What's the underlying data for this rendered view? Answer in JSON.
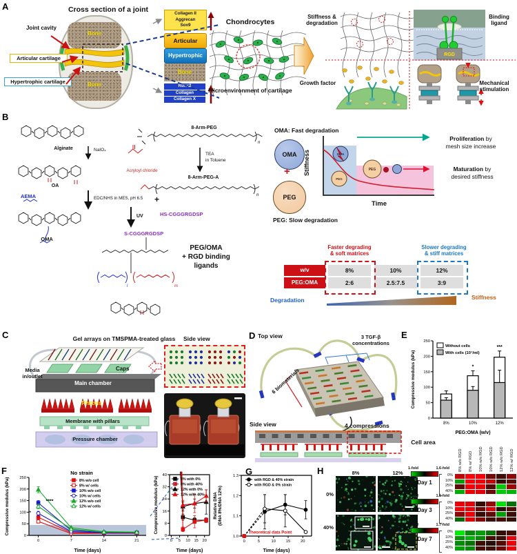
{
  "panelA": {
    "label": "A",
    "title": "Cross section of a joint",
    "joint_cavity": "Joint cavity",
    "articular_cartilage": "Articular cartilage",
    "hypertrophic_cartilage": "Hypertrophic cartilage",
    "bone": "Bone",
    "stack": {
      "articular_genes": [
        "Collagen II",
        "Aggrecan",
        "Sox9"
      ],
      "articular": "Articular",
      "hypertrophic": "Hypertrophic",
      "bone": "Bone",
      "hypertrophic_genes": [
        "Runx2",
        "Collagen",
        "Collagen X"
      ]
    },
    "chondrocytes": "Chondrocytes",
    "microenvironment": "Microenvironment of cartilage",
    "quadrants": {
      "stiffness": "Stiffness & degradation",
      "binding": "Binding ligand",
      "growth": "Growth factor",
      "mechanical": "Mechanical stimulation",
      "rgd": "RGD"
    }
  },
  "panelB": {
    "label": "B",
    "chem": {
      "alginate": "Alginate",
      "naio4": "NaIO₄",
      "oa": "OA",
      "aema": "AEMA",
      "edc": "EDC/NHS in MES, pH 6.5",
      "oma": "OMA",
      "arm_peg": "8-Arm-PEG",
      "acryloyl": "Acryloyl chloride",
      "tea": "TEA",
      "toluene": "in Toluene",
      "arm_peg_a": "8-Arm-PEG-A",
      "plus": "+",
      "hs_peptide": "HS-CGGGRGDSP",
      "uv": "UV",
      "s_peptide": "S-CGGGRGDSP",
      "product": [
        "PEG/OMA",
        "+ RGD binding",
        "ligands"
      ]
    },
    "scheme": {
      "oma_fast": "OMA: Fast degradation",
      "peg_slow": "PEG: Slow degradation",
      "oma": "OMA",
      "peg": "PEG",
      "plus": "+",
      "stiffness": "Stiffness",
      "time": "Time",
      "prolif_b": "Proliferation",
      "prolif_r": " by",
      "prolif2": "mesh size increase",
      "matur_b": "Maturation",
      "matur_r": " by",
      "matur2": "desired stiffness"
    },
    "matrix": {
      "fast": [
        "Faster degrading",
        "& soft matrices"
      ],
      "slow": [
        "Slower degrading",
        "& stiff matrices"
      ],
      "wv": "w/v",
      "pegoma": "PEG:OMA",
      "wv_vals": [
        "8%",
        "10%",
        "12%"
      ],
      "ratio_vals": [
        "2:6",
        "2.5:7.5",
        "3:9"
      ],
      "degradation": "Degradation",
      "stiffness": "Stiffness"
    }
  },
  "panelC": {
    "label": "C",
    "title": "Gel arrays on TMSPMA-treated glass",
    "media": "Media in/outlet",
    "caps": "Caps",
    "main_chamber": "Main chamber",
    "pistons": "Pistons",
    "membrane": "Membrane with pillars",
    "pressure": "Pressure chamber",
    "side_view": "Side view"
  },
  "panelD": {
    "label": "D",
    "top_view": "Top view",
    "biomaterials": "6 biomaterials",
    "tgf": [
      "3 TGF-β",
      "concentrations"
    ],
    "compressions": "4 compressions",
    "side_view": "Side view"
  },
  "panelE": {
    "label": "E"
  },
  "panelF": {
    "label": "F"
  },
  "panelG": {
    "label": "G"
  },
  "panelH": {
    "label": "H",
    "cols": [
      "8%",
      "12%"
    ],
    "rows": [
      "0%",
      "40%"
    ],
    "dot_density": [
      60,
      85,
      75,
      85
    ]
  },
  "heatmaps": {
    "title": "Cell area",
    "col_labels": [
      "8% w/o RGD",
      "8% w/ RGD",
      "10% w/o RGD",
      "10% w/o RGD",
      "12% w/o RGD",
      "12% w/ RGD"
    ],
    "row_labels": [
      "0%",
      "10%",
      "25%",
      "40%"
    ],
    "scale_colors": [
      "#00d800",
      "#000000",
      "#e80000"
    ],
    "days": [
      {
        "label": "Day 1",
        "scale_min": "1-fold",
        "scale_max": "1.6-fold",
        "values": [
          [
            0.7,
            1,
            0.95,
            0.35,
            0.1,
            0.45
          ],
          [
            -0.55,
            1,
            0.95,
            0.75,
            0.05,
            0.25
          ],
          [
            0.25,
            0.95,
            0.9,
            0.2,
            -0.75,
            0.55
          ],
          [
            -0.6,
            0.9,
            0.85,
            0.3,
            -0.75,
            -0.65
          ]
        ]
      },
      {
        "label": "Day 3",
        "scale_min": "1-fold",
        "scale_max": "1.5-fold",
        "values": [
          [
            0.9,
            0.85,
            0.05,
            0.5,
            -0.85,
            -0.35
          ],
          [
            0.95,
            0.9,
            0.3,
            0.85,
            0,
            0.2
          ],
          [
            0.45,
            0.9,
            0.05,
            0.25,
            -0.55,
            0.1
          ],
          [
            -0.3,
            0.85,
            0.4,
            0.1,
            0.15,
            0.05
          ]
        ]
      },
      {
        "label": "Day 7",
        "scale_min": "1-fold",
        "scale_max": "1.7-fold",
        "values": [
          [
            -0.9,
            -0.45,
            -0.55,
            -0.35,
            0.05,
            0.15
          ],
          [
            -0.5,
            -0.65,
            -0.45,
            0.15,
            0.1,
            0.9
          ],
          [
            -0.45,
            -0.35,
            0.1,
            0,
            0.2,
            0.9
          ],
          [
            -0.55,
            -0.45,
            0.15,
            0.1,
            0.3,
            0.9
          ]
        ]
      }
    ]
  },
  "chart_data": [
    {
      "id": "E",
      "type": "bar",
      "title": "",
      "ylabel": "Compressive modulus (kPa)",
      "xlabel": "PEG:OMA (w/v)",
      "ylim": [
        0,
        250
      ],
      "yticks": [
        0,
        50,
        100,
        150,
        200,
        250
      ],
      "categories": [
        "8%",
        "10%",
        "12%"
      ],
      "series": [
        {
          "name": "Without cells",
          "fill": "#ffffff",
          "values": [
            78,
            137,
            197
          ],
          "errors": [
            10,
            16,
            20
          ]
        },
        {
          "name": "With cells (10⁷/ml)",
          "fill": "#b8b8b8",
          "values": [
            58,
            90,
            115
          ],
          "errors": [
            8,
            12,
            40
          ]
        }
      ],
      "sig": [
        "",
        "*",
        "***"
      ]
    },
    {
      "id": "F1",
      "type": "line",
      "title": "No strain",
      "ylabel": "Compressive modulus (kPa)",
      "xlabel": "Time (days)",
      "ylim": [
        0,
        250
      ],
      "yticks": [
        0,
        50,
        100,
        150,
        200,
        250
      ],
      "xlim": [
        -2,
        23
      ],
      "xticks": [
        0,
        7,
        14,
        21
      ],
      "shade": 45,
      "series": [
        {
          "name": "8% w/o cell",
          "color": "#e01010",
          "marker": "square",
          "open": false,
          "x": [
            0,
            7,
            14,
            21
          ],
          "y": [
            78,
            12,
            10,
            10
          ],
          "e": [
            8,
            3,
            2,
            2
          ]
        },
        {
          "name": "8% w/ cells",
          "color": "#e01010",
          "marker": "square",
          "open": true,
          "x": [
            0,
            7,
            14,
            21
          ],
          "y": [
            60,
            8,
            9,
            9
          ],
          "e": [
            7,
            2,
            2,
            2
          ]
        },
        {
          "name": "10% w/o cell",
          "color": "#1818c8",
          "marker": "square",
          "open": false,
          "x": [
            0,
            7,
            14,
            21
          ],
          "y": [
            140,
            22,
            12,
            12
          ],
          "e": [
            10,
            4,
            2,
            2
          ]
        },
        {
          "name": "10% w/ cells",
          "color": "#1818c8",
          "marker": "circle",
          "open": true,
          "x": [
            0,
            7,
            14,
            21
          ],
          "y": [
            95,
            16,
            11,
            11
          ],
          "e": [
            9,
            3,
            2,
            2
          ]
        },
        {
          "name": "12% w/o cell",
          "color": "#18a828",
          "marker": "triangle",
          "open": false,
          "x": [
            0,
            7,
            14,
            21
          ],
          "y": [
            197,
            33,
            16,
            14
          ],
          "e": [
            13,
            5,
            3,
            3
          ]
        },
        {
          "name": "12% w/ cells",
          "color": "#18a828",
          "marker": "triangle",
          "open": true,
          "x": [
            0,
            7,
            14,
            21
          ],
          "y": [
            125,
            27,
            14,
            13
          ],
          "e": [
            10,
            4,
            3,
            3
          ]
        }
      ],
      "ann": [
        {
          "text": "****",
          "x": 1.6,
          "y": 142
        },
        {
          "text": "*",
          "x": -1.9,
          "y": 92,
          "size": 6
        }
      ],
      "legend": [
        96,
        18
      ]
    },
    {
      "id": "F2",
      "type": "line",
      "title": "",
      "box": true,
      "ylabel": "Compressive modulus (kPa)",
      "xlabel": "Time (days)",
      "ylim": [
        0,
        40
      ],
      "yticks": [
        0,
        8,
        16,
        24,
        32,
        40
      ],
      "xlim": [
        -1,
        23
      ],
      "xticks": [
        0,
        5,
        10,
        15,
        20
      ],
      "series": [
        {
          "name": "8% with 0%",
          "color": "#000000",
          "marker": "square",
          "open": false,
          "skip0": true,
          "x": [
            6.1,
            7,
            14,
            21
          ],
          "y": [
            42,
            12,
            10,
            10
          ],
          "e": [
            0,
            2,
            1.5,
            1.5
          ]
        },
        {
          "name": "8% with 40%",
          "color": "#e01010",
          "marker": "square",
          "open": false,
          "skip0": true,
          "x": [
            6.4,
            7,
            14,
            21
          ],
          "y": [
            42,
            4,
            9,
            10
          ],
          "e": [
            0,
            1.5,
            4,
            1.5
          ]
        },
        {
          "name": "12% with 0%",
          "color": "#000000",
          "marker": "triangle",
          "open": false,
          "skip0": true,
          "x": [
            5.4,
            7,
            14,
            21
          ],
          "y": [
            42,
            19,
            21,
            22
          ],
          "e": [
            0,
            3,
            3,
            8
          ]
        },
        {
          "name": "12% with 40%",
          "color": "#e01010",
          "marker": "triangle",
          "open": false,
          "skip0": true,
          "x": [
            5.7,
            7,
            14,
            21
          ],
          "y": [
            42,
            20,
            21,
            26
          ],
          "e": [
            0,
            3,
            6,
            4
          ]
        }
      ],
      "legend": [
        27,
        16
      ]
    },
    {
      "id": "G",
      "type": "line",
      "title": "",
      "box": true,
      "ydec": 1,
      "ylabel": "Relative DNA\n(DNA 8%/DNA 12%)",
      "xlabel": "Time (days)",
      "ylim": [
        1.0,
        1.3
      ],
      "yticks": [
        1.0,
        1.1,
        1.2,
        1.3
      ],
      "xlim": [
        -1,
        23
      ],
      "xticks": [
        0,
        5,
        10,
        15,
        20
      ],
      "series": [
        {
          "name": "with RGD & 40% strain",
          "color": "#000000",
          "marker": "circle",
          "open": false,
          "dash1": true,
          "x": [
            0,
            7,
            14,
            21
          ],
          "y": [
            1.0,
            1.12,
            1.155,
            1.13
          ],
          "e": [
            0,
            0.085,
            0.05,
            0.045
          ]
        },
        {
          "name": "with RGD & 0% strain",
          "color": "#000000",
          "marker": "circle",
          "open": true,
          "dash1": true,
          "x": [
            0,
            7,
            14,
            21
          ],
          "y": [
            1.0,
            1.135,
            1.125,
            1.02
          ],
          "e": [
            0,
            0.07,
            0.08,
            0
          ]
        },
        {
          "name": "theoretical-point",
          "color": "#e01010",
          "marker": "square",
          "open": false,
          "hideLegend": true,
          "x": [
            0
          ],
          "y": [
            1.0
          ]
        }
      ],
      "legend": [
        48,
        17
      ],
      "ann": [
        {
          "text": "Theoretical data Point",
          "x": 1.5,
          "y": 1.012,
          "color": "#e01010",
          "size": 6
        }
      ]
    }
  ]
}
